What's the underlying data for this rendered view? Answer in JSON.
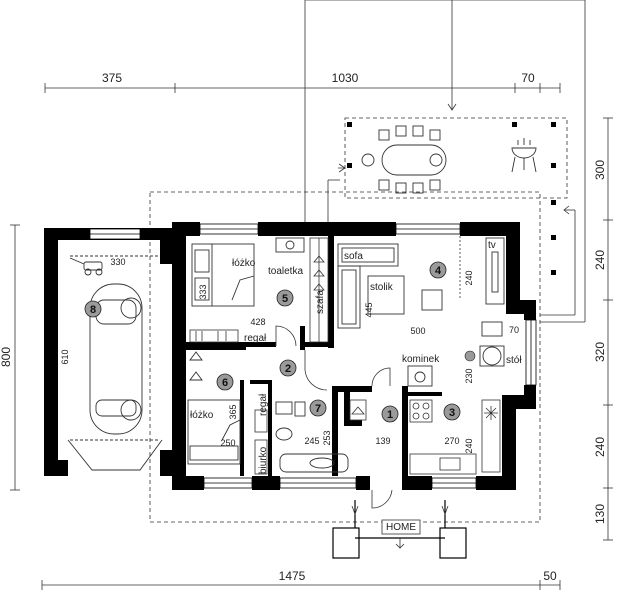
{
  "dimensions": {
    "top": [
      "375",
      "1030",
      "70"
    ],
    "bottom": [
      "1475",
      "50"
    ],
    "left": "800",
    "right": [
      "300",
      "240",
      "320",
      "240",
      "130"
    ]
  },
  "rooms": [
    {
      "num": "1",
      "label": ""
    },
    {
      "num": "2",
      "label": ""
    },
    {
      "num": "3",
      "label": ""
    },
    {
      "num": "4",
      "label": ""
    },
    {
      "num": "5",
      "label": ""
    },
    {
      "num": "6",
      "label": ""
    },
    {
      "num": "7",
      "label": ""
    },
    {
      "num": "8",
      "label": ""
    }
  ],
  "labels": {
    "tozko5": "łóżko",
    "tozko6": "łóżko",
    "toaletka": "toaletka",
    "szafa": "szafa",
    "regal5": "regał",
    "regal6": "regał",
    "biurko": "biurko",
    "sofa": "sofa",
    "stolik": "stolik",
    "kominek": "kominek",
    "stol": "stół",
    "tv": "tv",
    "home": "HOME"
  },
  "room_dims": {
    "garage_w": "330",
    "garage_h": "610",
    "r5_h": "333",
    "r5_w": "428",
    "r4_depth": "445",
    "r4_h": "240",
    "r4_w": "500",
    "r6_h": "365",
    "r6_w": "250",
    "r7_w": "245",
    "r7_h": "253",
    "r1_w": "139",
    "r3_h": "230",
    "r3_w": "270",
    "r3_d": "240",
    "kitchen_70": "70"
  }
}
